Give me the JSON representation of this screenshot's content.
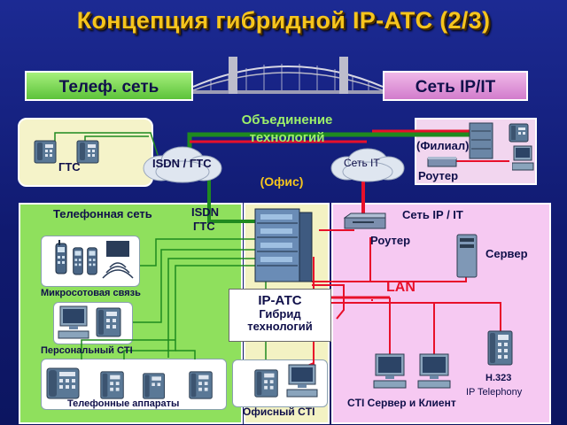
{
  "title": "Концепция гибридной IP-АТС (2/3)",
  "headers": {
    "left": "Телеф. сеть",
    "right": "Сеть IP/IT"
  },
  "center": {
    "line1": "Объединение",
    "line2": "технологий",
    "office": "(Офис)"
  },
  "clouds": {
    "isdn": "ISDN / ГТС",
    "it": "Сеть IT"
  },
  "gts": {
    "label": "ГТС"
  },
  "branch": {
    "label": "(Филиал)",
    "router": "Роутер"
  },
  "phone_net": {
    "title": "Телефонная сеть",
    "isdn_line1": "ISDN",
    "isdn_line2": "ГТС",
    "micro": "Микросотовая связь",
    "cti": "Персональный CTI",
    "phones": "Телефонные аппараты",
    "office_cti": "Офисный CTI"
  },
  "atc": {
    "line1": "IP-АТС",
    "line2": "Гибрид",
    "line3": "технологий"
  },
  "ip_net": {
    "title": "Сеть IP / IT",
    "router": "Роутер",
    "server": "Сервер",
    "lan": "LAN",
    "cti_label": "CTI Сервер и Клиент",
    "h323": "H.323",
    "ip_telephony": "IP Telephony"
  },
  "colors": {
    "title": "#f6c51d",
    "bg": "#15207f",
    "phone_panel": "#8fe05d",
    "ip_panel": "#f6c9f2",
    "lan_line": "#e8102a",
    "tel_line": "#1f8a1f"
  }
}
